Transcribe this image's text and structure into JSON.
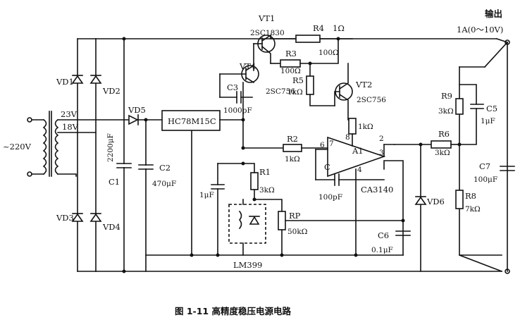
{
  "caption": "图 1-11   高精度稳压电源电路",
  "labels": {
    "input_voltage": "~220V",
    "sec_23v": "23V",
    "sec_18v": "18V",
    "vd1": "VD1",
    "vd2": "VD2",
    "vd3": "VD3",
    "vd4": "VD4",
    "vd5": "VD5",
    "vd6": "VD6",
    "c1": "C1",
    "c1_val": "2200μF",
    "c2": "C2",
    "c2_val": "470μF",
    "c3": "C3",
    "c3_val": "1000pF",
    "c4_val": "1μF",
    "c5": "C5",
    "c5_val": "1μF",
    "c6": "C6",
    "c6_val": "0.1μF",
    "c7": "C7",
    "c7_val": "100μF",
    "c8_val": "100pF",
    "c_a1": "C",
    "reg": "HC78M15C",
    "vt1": "VT1",
    "vt1_part": "2SC1830",
    "vt2": "VT2",
    "vt2_part": "2SC756",
    "vt4": "VT4",
    "vt4_part": "2SC756",
    "r1": "R1",
    "r1_val": "3kΩ",
    "r2": "R2",
    "r2_val": "1kΩ",
    "r3": "R3",
    "r3_val": "100Ω",
    "r4": "R4",
    "r4_val": "1Ω",
    "r4b_val": "100Ω",
    "r5": "R5",
    "r5_val": "1kΩ",
    "r6": "R6",
    "r6_val": "3kΩ",
    "r8": "R8",
    "r8_val": "7kΩ",
    "r9": "R9",
    "r9_val": "3kΩ",
    "r_a_val": "1kΩ",
    "rp": "RP",
    "rp_val": "50kΩ",
    "a1": "A1",
    "a1_part": "CA3140",
    "ref": "LM399",
    "pin2": "2",
    "pin3": "3",
    "pin4": "4",
    "pin6": "6",
    "pin7": "7",
    "pin8": "8",
    "output": "输出",
    "output_spec": "1A(0～10V)"
  }
}
